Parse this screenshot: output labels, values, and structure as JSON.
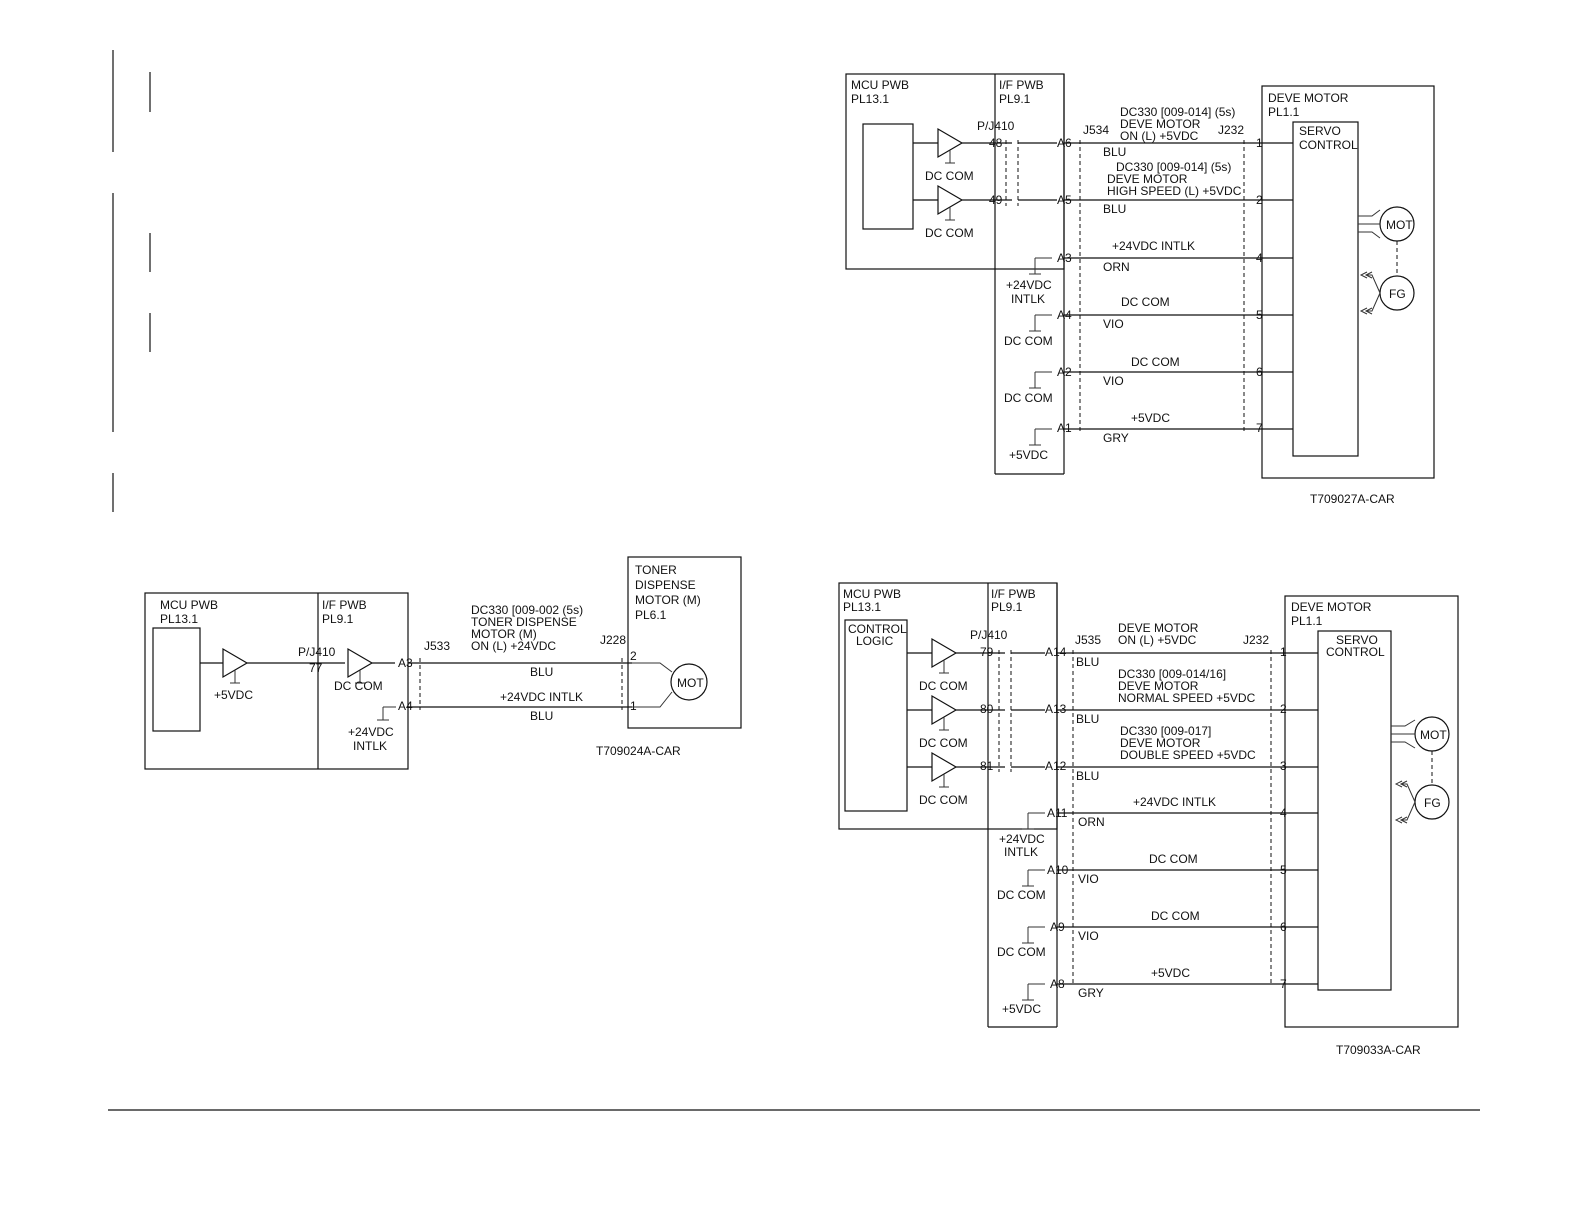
{
  "d1": {
    "mcu_title": "MCU PWB",
    "mcu_pl": "PL13.1",
    "if_title": "I/F PWB",
    "if_pl": "PL9.1",
    "pj": "P/J410",
    "pin48": "48",
    "pin49": "49",
    "dccom1": "DC COM",
    "dccom2": "DC COM",
    "a6": "A6",
    "a5": "A5",
    "a3": "A3",
    "a4": "A4",
    "a2": "A2",
    "a1": "A1",
    "intlk_l1": "+24VDC",
    "intlk_l2": "INTLK",
    "dccom_a4": "DC COM",
    "dccom_a2": "DC COM",
    "v5_a1": "+5VDC",
    "j534": "J534",
    "j232": "J232",
    "sig1_l1": "DC330 [009-014] (5s)",
    "sig1_l2": "DEVE MOTOR",
    "sig1_l3": "ON (L) +5VDC",
    "sig2_l1": "DC330 [009-014] (5s)",
    "sig2_l2": "DEVE MOTOR",
    "sig2_l3": "HIGH SPEED (L) +5VDC",
    "w_blu1": "BLU",
    "w_blu2": "BLU",
    "w_intlk": "+24VDC INTLK",
    "w_orn": "ORN",
    "w_dccom1": "DC COM",
    "w_vio1": "VIO",
    "w_dccom2": "DC COM",
    "w_vio2": "VIO",
    "w_5v": "+5VDC",
    "w_gry": "GRY",
    "p1": "1",
    "p2": "2",
    "p4": "4",
    "p5": "5",
    "p6": "6",
    "p7": "7",
    "deve_title": "DEVE MOTOR",
    "deve_pl": "PL1.1",
    "servo_l1": "SERVO",
    "servo_l2": "CONTROL",
    "mot": "MOT",
    "fg": "FG",
    "ref": "T709027A-CAR"
  },
  "d2": {
    "mcu_title": "MCU PWB",
    "mcu_pl": "PL13.1",
    "if_title": "I/F PWB",
    "if_pl": "PL9.1",
    "v5": "+5VDC",
    "pj": "P/J410",
    "pin77": "77",
    "dccom": "DC COM",
    "a3": "A3",
    "a4": "A4",
    "intlk_l1": "+24VDC",
    "intlk_l2": "INTLK",
    "j533": "J533",
    "j228": "J228",
    "sig_l1": "DC330 [009-002 (5s)",
    "sig_l2": "TONER DISPENSE",
    "sig_l3": "MOTOR (M)",
    "sig_l4": "ON (L) +24VDC",
    "w_blu1": "BLU",
    "w_intlk": "+24VDC INTLK",
    "w_blu2": "BLU",
    "p2": "2",
    "p1": "1",
    "toner_l1": "TONER",
    "toner_l2": "DISPENSE",
    "toner_l3": "MOTOR (M)",
    "toner_l4": "PL6.1",
    "mot": "MOT",
    "ref": "T709024A-CAR"
  },
  "d3": {
    "mcu_title": "MCU PWB",
    "mcu_pl": "PL13.1",
    "if_title": "I/F PWB",
    "if_pl": "PL9.1",
    "logic_l1": "CONTROL",
    "logic_l2": "LOGIC",
    "pj": "P/J410",
    "pin79": "79",
    "pin80": "80",
    "pin81": "81",
    "dccom1": "DC COM",
    "dccom2": "DC COM",
    "dccom3": "DC COM",
    "a14": "A14",
    "a13": "A13",
    "a12": "A12",
    "a11": "A11",
    "a10": "A10",
    "a9": "A9",
    "a8": "A8",
    "intlk_l1": "+24VDC",
    "intlk_l2": "INTLK",
    "dccom_a10": "DC COM",
    "dccom_a9": "DC COM",
    "v5_a8": "+5VDC",
    "j535": "J535",
    "j232": "J232",
    "sig1_l1": "DEVE MOTOR",
    "sig1_l2": "ON (L) +5VDC",
    "sig2_l1": "DC330 [009-014/16]",
    "sig2_l2": "DEVE MOTOR",
    "sig2_l3": "NORMAL SPEED +5VDC",
    "sig3_l1": "DC330 [009-017]",
    "sig3_l2": "DEVE MOTOR",
    "sig3_l3": "DOUBLE SPEED +5VDC",
    "w_blu1": "BLU",
    "w_blu2": "BLU",
    "w_blu3": "BLU",
    "w_intlk": "+24VDC INTLK",
    "w_orn": "ORN",
    "w_dccom1": "DC COM",
    "w_vio1": "VIO",
    "w_dccom2": "DC COM",
    "w_vio2": "VIO",
    "w_5v": "+5VDC",
    "w_gry": "GRY",
    "p1": "1",
    "p2": "2",
    "p3": "3",
    "p4": "4",
    "p5": "5",
    "p6": "6",
    "p7": "7",
    "deve_title": "DEVE MOTOR",
    "deve_pl": "PL1.1",
    "servo_l1": "SERVO",
    "servo_l2": "CONTROL",
    "mot": "MOT",
    "fg": "FG",
    "ref": "T709033A-CAR"
  }
}
